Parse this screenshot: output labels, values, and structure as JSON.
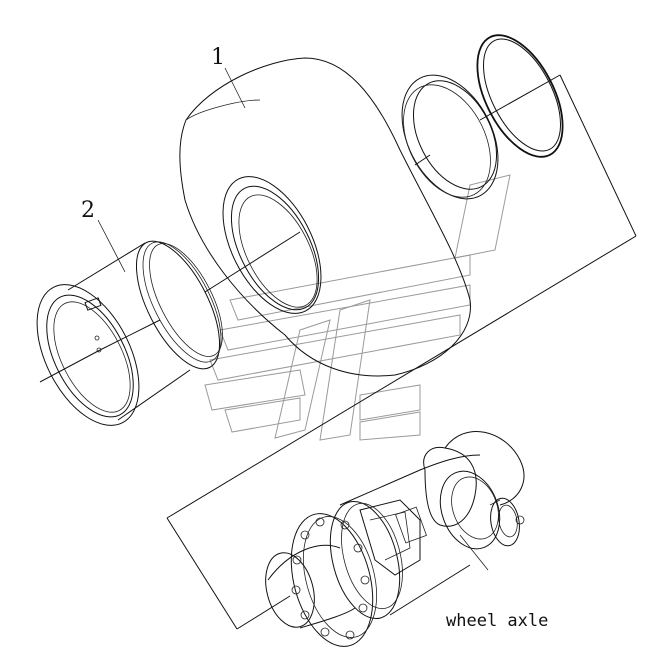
{
  "labels": {
    "part_1": "1",
    "part_2": "2",
    "axle_caption": "wheel axle"
  },
  "colors": {
    "line": "#111111",
    "watermark": "#9a9a9a",
    "background": "#ffffff"
  }
}
